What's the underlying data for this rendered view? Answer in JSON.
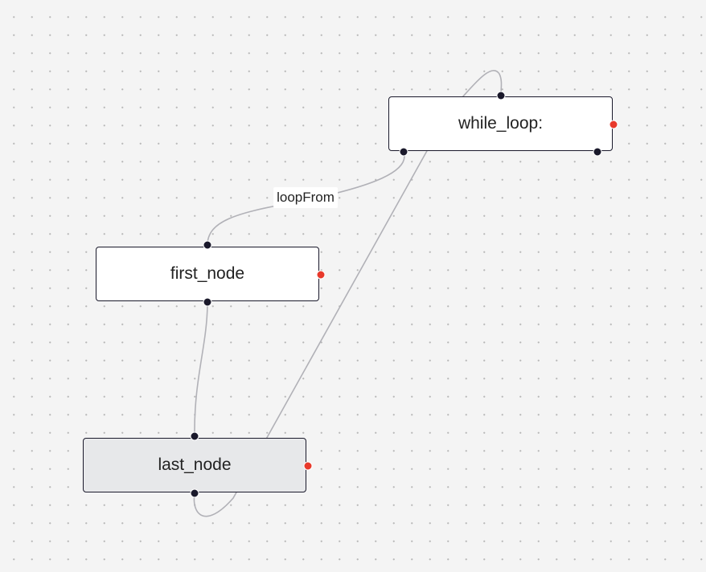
{
  "nodes": {
    "while_loop": {
      "label": "while_loop:"
    },
    "first_node": {
      "label": "first_node"
    },
    "last_node": {
      "label": "last_node",
      "selected": true
    }
  },
  "edges": [
    {
      "from": "while_loop",
      "to": "first_node",
      "label": "loopFrom"
    },
    {
      "from": "first_node",
      "to": "last_node",
      "label": ""
    },
    {
      "from": "last_node",
      "to": "while_loop",
      "label": ""
    }
  ],
  "colors": {
    "background": "#f4f4f4",
    "node_border": "#1a192b",
    "handle": "#1a192b",
    "output_handle": "#e8392b",
    "edge": "#b1b1b7",
    "selected_node_fill": "#e7e8ea"
  }
}
